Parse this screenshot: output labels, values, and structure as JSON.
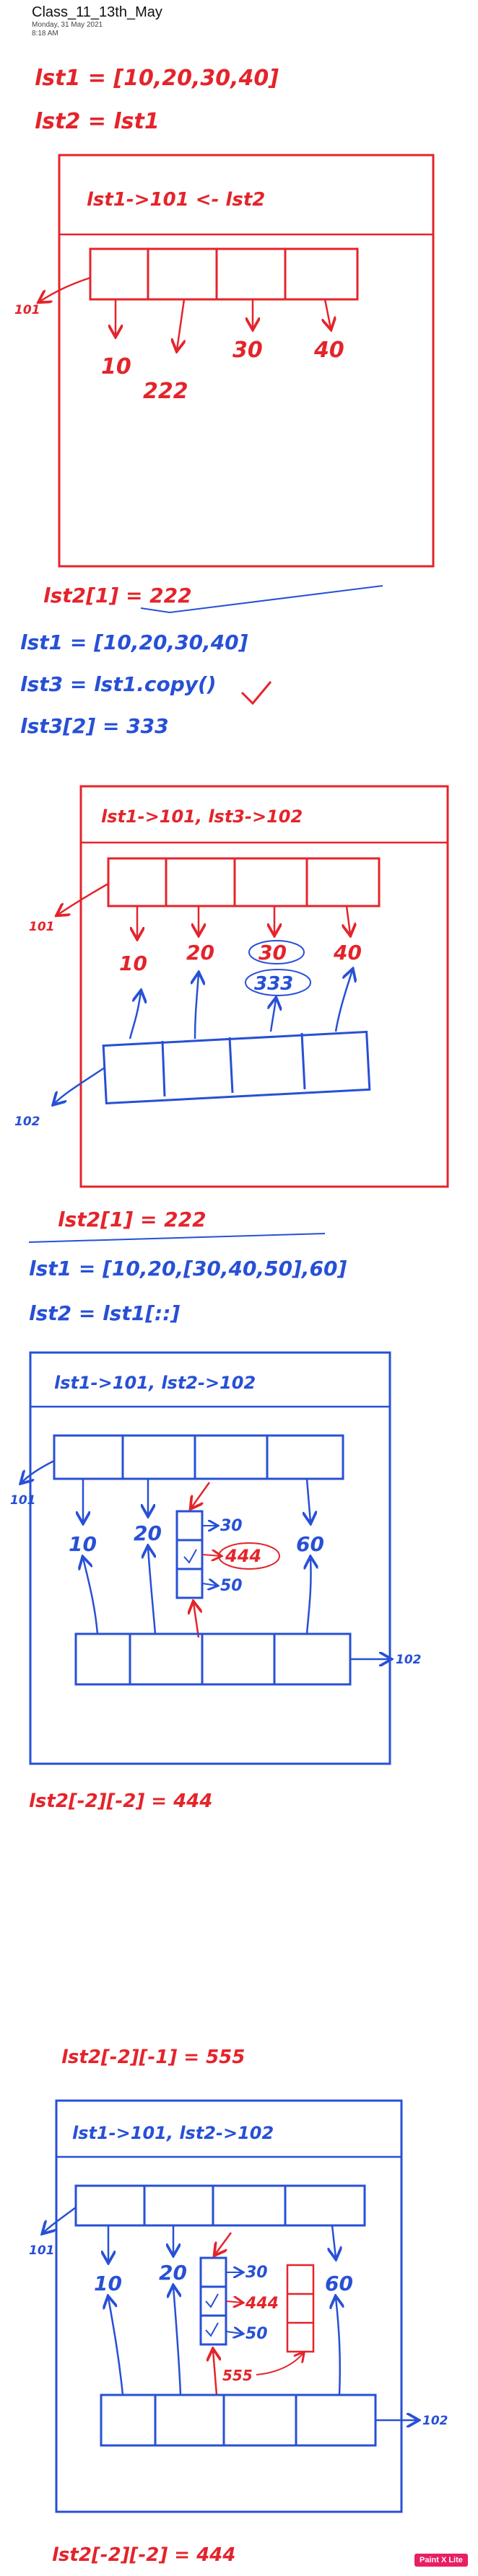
{
  "page": {
    "title": "Class_11_13th_May",
    "date": "Monday, 31 May 2021",
    "time": "8:18 AM"
  },
  "colors": {
    "red": "#e4242b",
    "blue": "#2750d6"
  },
  "notes": {
    "line1": "lst1 = [10,20,30,40]",
    "line2": "lst2 = lst1",
    "box1_header": "lst1->101 <- lst2",
    "box1_ref": "101",
    "box1_values": [
      "10",
      "222",
      "30",
      "40"
    ],
    "assign1": "lst2[1] = 222",
    "line3": "lst1 = [10,20,30,40]",
    "line4": "lst3 = lst1.copy()",
    "line5": "lst3[2] = 333",
    "box2_header": "lst1->101, lst3->102",
    "box2_ref_top": "101",
    "box2_ref_bottom": "102",
    "box2_values": [
      "10",
      "20",
      "30",
      "40"
    ],
    "box2_extra": "333",
    "assign2": "lst2[1] = 222",
    "line6": "lst1 = [10,20,[30,40,50],60]",
    "line7": "lst2 = lst1[::]",
    "box3_header": "lst1->101, lst2->102",
    "box3_ref_left": "101",
    "box3_ref_right": "102",
    "box3_values": [
      "10",
      "20",
      "60"
    ],
    "box3_inner": [
      "30",
      "444",
      "50"
    ],
    "assign3": "lst2[-2][-2] = 444",
    "assign4": "lst2[-2][-1] = 555",
    "box4_header": "lst1->101, lst2->102",
    "box4_ref_left": "101",
    "box4_ref_right": "102",
    "box4_values": [
      "10",
      "20",
      "60"
    ],
    "box4_inner": [
      "30",
      "444",
      "50"
    ],
    "box4_extra": "555",
    "assign5": "lst2[-2][-2] = 444"
  },
  "badge": "Paint X Lite"
}
